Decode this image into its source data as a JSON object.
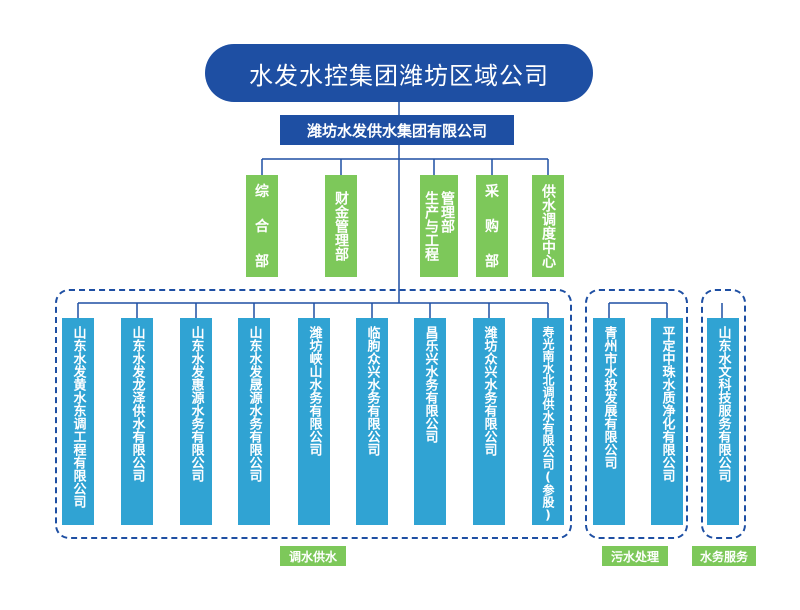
{
  "title": "水发水控集团潍坊区域公司",
  "subtitle": "潍坊水发供水集团有限公司",
  "departments": [
    {
      "lines": [
        "综",
        "合",
        "部"
      ]
    },
    {
      "lines": [
        "财金管理部"
      ]
    },
    {
      "lines": [
        "管理部",
        "生产与工程"
      ]
    },
    {
      "lines": [
        "采",
        "购",
        "部"
      ]
    },
    {
      "lines": [
        "供水调度中心"
      ]
    }
  ],
  "companies": [
    {
      "label": "山东水发黄水东调工程有限公司"
    },
    {
      "label": "山东水发龙泽供水有限公司"
    },
    {
      "label": "山东水发惠源水务有限公司"
    },
    {
      "label": "山东水发晟源水务有限公司"
    },
    {
      "label": "潍坊峡山水务有限公司"
    },
    {
      "label": "临朐众兴水务有限公司"
    },
    {
      "label": "昌乐兴水务有限公司"
    },
    {
      "label": "潍坊众兴水务有限公司"
    },
    {
      "label": "寿光南水北调供水有限公司(参股)"
    },
    {
      "label": "青州市水投发展有限公司"
    },
    {
      "label": "平定中珠水质净化有限公司"
    },
    {
      "label": "山东水文科技服务有限公司"
    }
  ],
  "groups": [
    {
      "label": "调水供水"
    },
    {
      "label": "污水处理"
    },
    {
      "label": "水务服务"
    }
  ],
  "colors": {
    "navy": "#1e4fa3",
    "green": "#7dc85a",
    "blue": "#30a3d3"
  }
}
